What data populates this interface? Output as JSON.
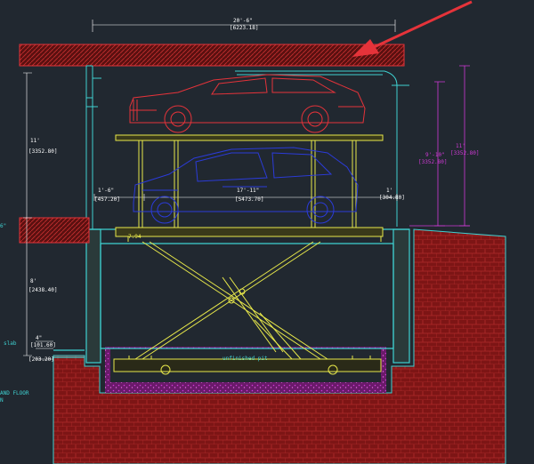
{
  "drawing": {
    "dimensions": {
      "top_width": "20'-6\"",
      "top_width_mm": "[6223.18]",
      "left_height": "11'",
      "left_height_mm": "[3352.80]",
      "lower_height": "8'",
      "lower_height_mm": "[2438.40]",
      "right_height": "11'",
      "right_height_mm": "[3352.80]",
      "inner_height": "9'-10\"",
      "inner_height_mm": "[3352.80]",
      "left_offset": "1'-6\"",
      "left_offset_mm": "[457.20]",
      "car_length": "17'-11\"",
      "car_length_mm": "[5473.70]",
      "right_offset": "1'",
      "right_offset_mm": "[304.80]",
      "slab_small": "4\"",
      "slab_small_mm": "[101.60]",
      "slab_other_mm": "[203.20]",
      "small_left": "6\""
    },
    "labels": {
      "slab": "slab",
      "ground_floor_1": "AND FLOOR",
      "ground_floor_2": "N",
      "platform_tag": "7.94",
      "mechanism_note": "unfinished pit"
    },
    "colors": {
      "background": "#212830",
      "structure": "#3fd1d1",
      "soil": "#8a1a1a",
      "upper_car": "#e5333a",
      "lower_car": "#2b3bd9",
      "lift": "#e8e84a",
      "dim_magenta": "#d03ad6",
      "pointer": "#e5333a"
    }
  }
}
